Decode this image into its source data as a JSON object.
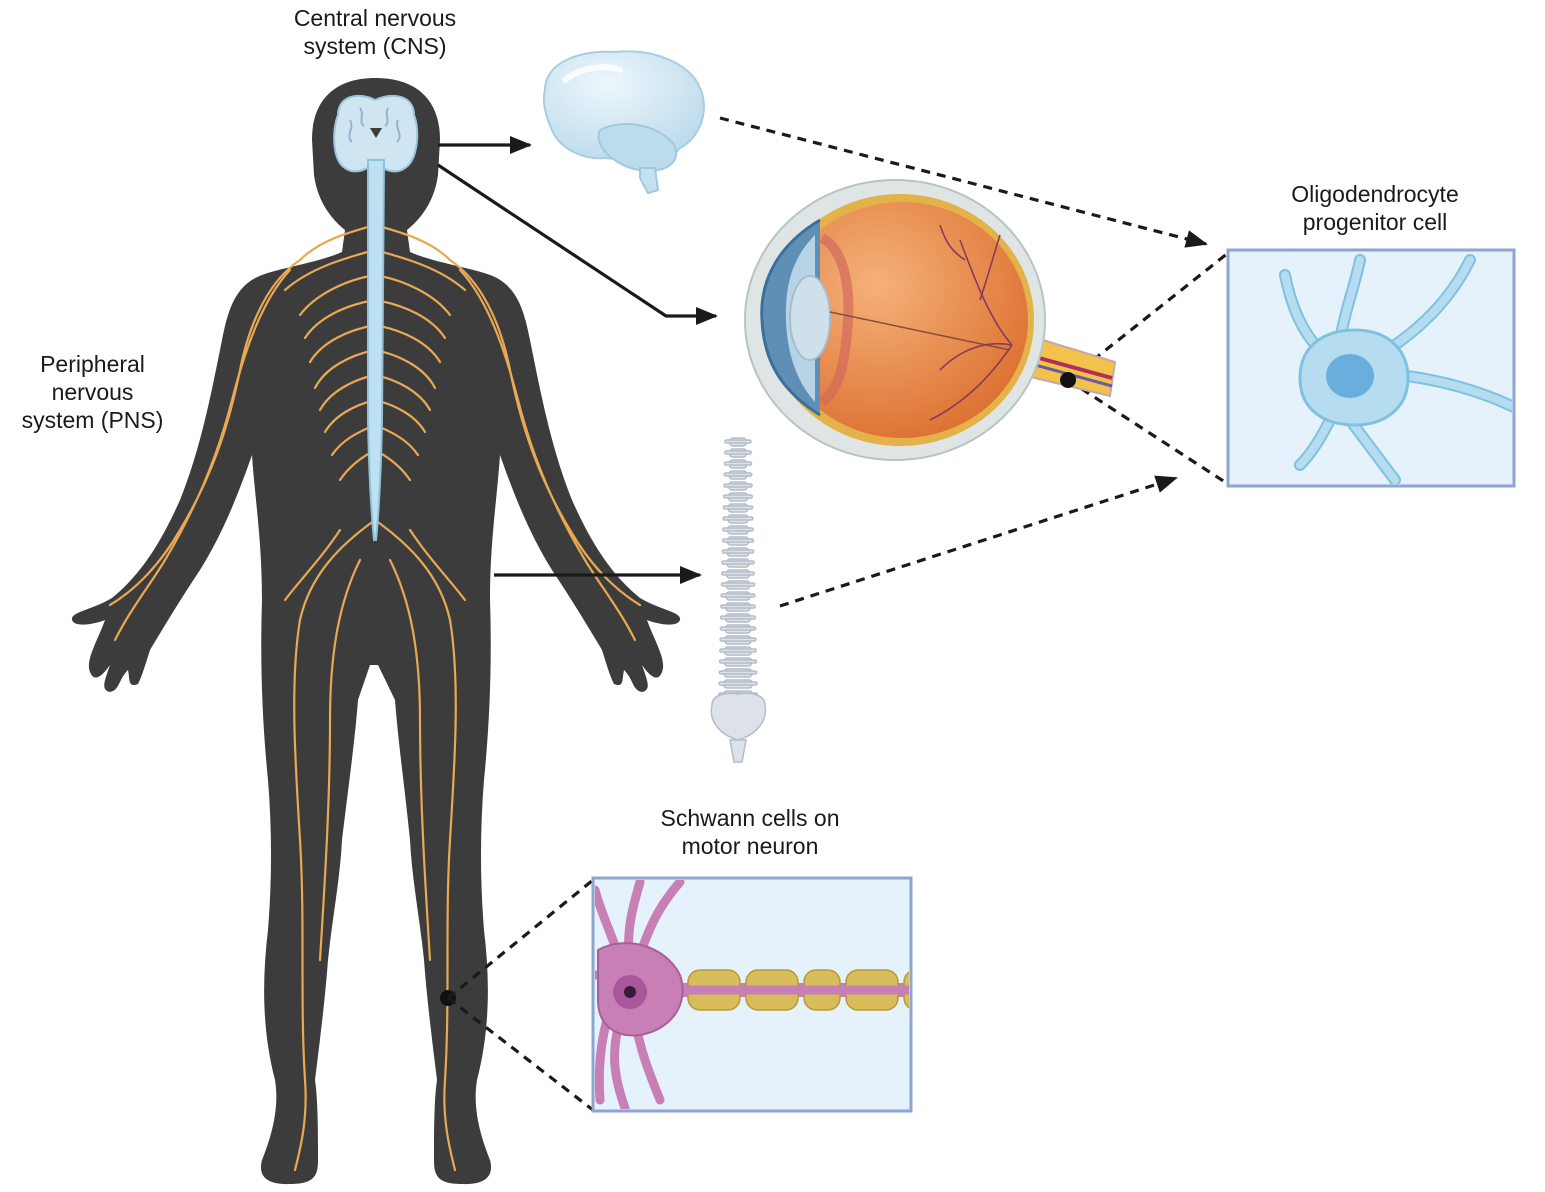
{
  "labels": {
    "cns": [
      "Central nervous",
      "system (CNS)"
    ],
    "pns": [
      "Peripheral",
      "nervous",
      "system (PNS)"
    ],
    "opc": [
      "Oligodendrocyte",
      "progenitor cell"
    ],
    "schwann": [
      "Schwann cells on",
      "motor neuron"
    ]
  },
  "colors": {
    "body": "#3c3c3c",
    "nerve": "#e8a854",
    "spinal_cord": "#bfe0f0",
    "brain": "#cfe6f2",
    "inset_fill": "#e6f2fb",
    "inset_border": "#8ea5cf",
    "opc_cell": "#b6dcf0",
    "opc_outline": "#7ec2e2",
    "opc_nucleus": "#6aaedd",
    "neuron": "#c77fb5",
    "schwann": "#d8bd5c",
    "eye_orange": "#e5813a",
    "arrow": "#1a1a1a"
  },
  "icons": [
    "human-body-icon",
    "brain-icon",
    "eye-icon",
    "spine-icon",
    "oligodendrocyte-icon",
    "motor-neuron-icon"
  ]
}
